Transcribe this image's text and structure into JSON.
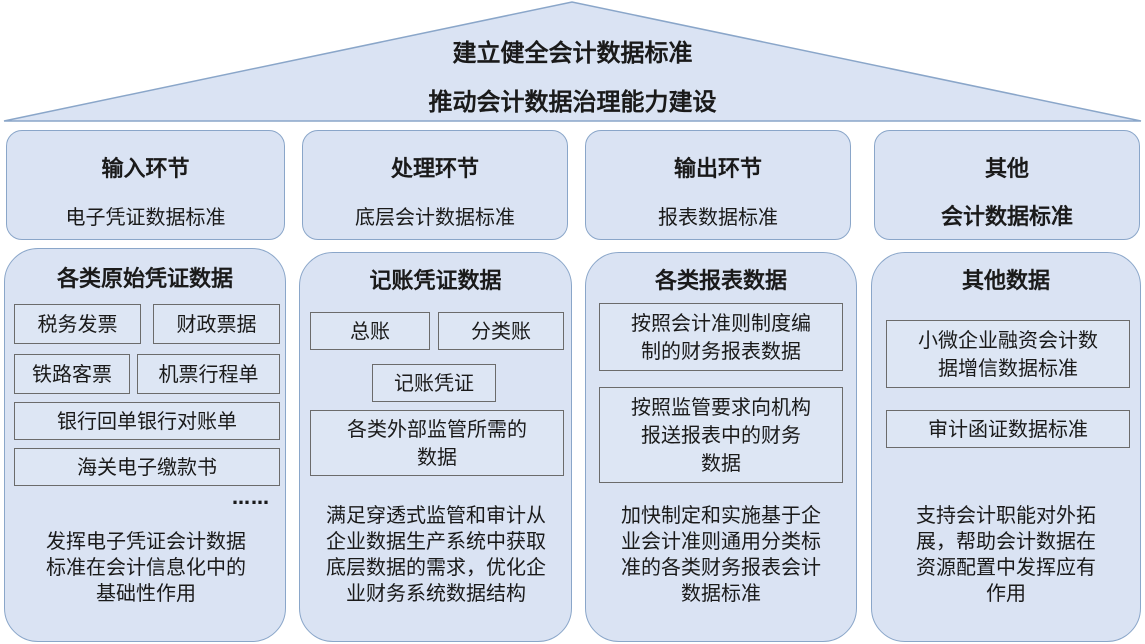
{
  "roof": {
    "line1": "建立健全会计数据标准",
    "line2": "推动会计数据治理能力建设"
  },
  "headers": [
    {
      "title": "输入环节",
      "subtitle": "电子凭证数据标准"
    },
    {
      "title": "处理环节",
      "subtitle": "底层会计数据标准"
    },
    {
      "title": "输出环节",
      "subtitle": "报表数据标准"
    },
    {
      "title": "其他",
      "subtitle": "会计数据标准"
    }
  ],
  "columns": [
    {
      "title": "各类原始凭证数据",
      "items": [
        "税务发票",
        "财政票据",
        "铁路客票",
        "机票行程单",
        "银行回单银行对账单",
        "海关电子缴款书"
      ],
      "ellipsis": "……",
      "desc_lines": [
        "发挥电子凭证会计数据",
        "标准在会计信息化中的",
        "基础性作用"
      ]
    },
    {
      "title": "记账凭证数据",
      "items": [
        "总账",
        "分类账",
        "记账凭证"
      ],
      "item4_lines": [
        "各类外部监管所需的",
        "数据"
      ],
      "desc_lines": [
        "满足穿透式监管和审计从",
        "企业数据生产系统中获取",
        "底层数据的需求，优化企",
        "业财务系统数据结构"
      ]
    },
    {
      "title": "各类报表数据",
      "item1_lines": [
        "按照会计准则制度编",
        "制的财务报表数据"
      ],
      "item2_lines": [
        "按照监管要求向机构",
        "报送报表中的财务",
        "数据"
      ],
      "desc_lines": [
        "加快制定和实施基于企",
        "业会计准则通用分类标",
        "准的各类财务报表会计",
        "数据标准"
      ]
    },
    {
      "title": "其他数据",
      "item1_lines": [
        "小微企业融资会计数",
        "据增信数据标准"
      ],
      "item2": "审计函证数据标准",
      "desc_lines": [
        "支持会计职能对外拓",
        "展，帮助会计数据在",
        "资源配置中发挥应有",
        "作用"
      ]
    }
  ]
}
